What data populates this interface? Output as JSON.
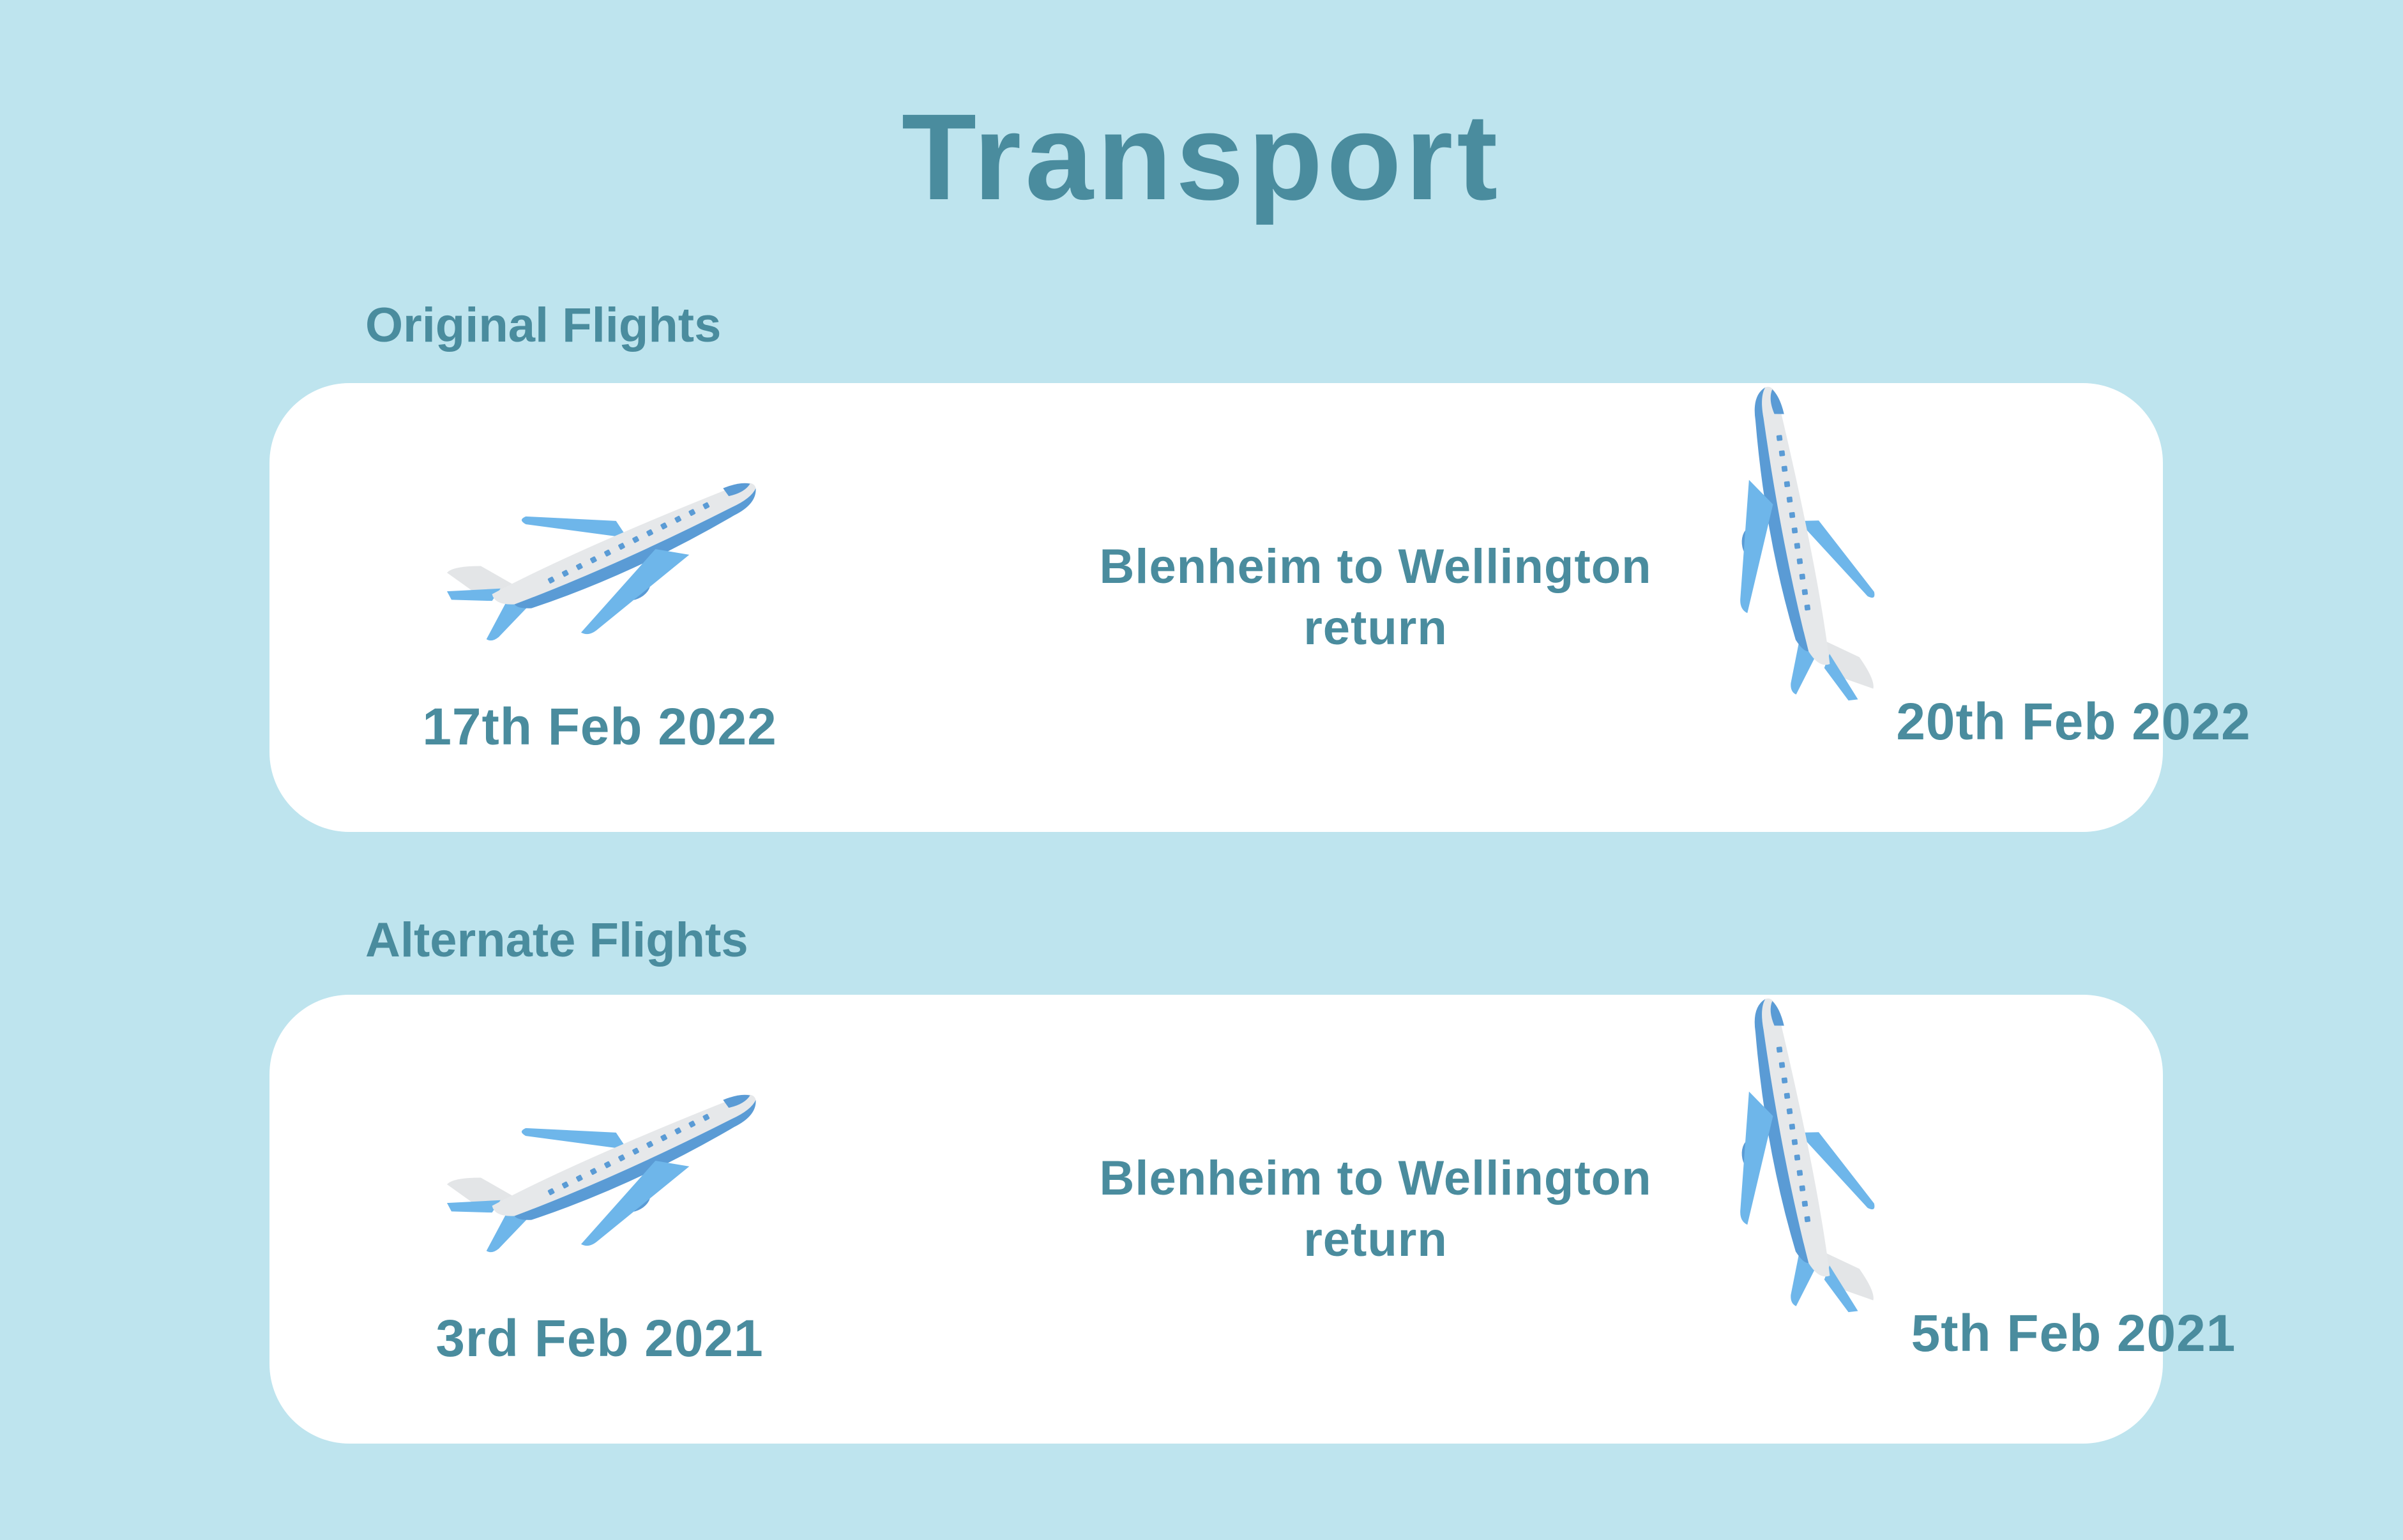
{
  "title": "Transport",
  "sections": [
    {
      "heading": "Original Flights",
      "route": "Blenheim to Wellington return",
      "depart_date": "17th Feb 2022",
      "return_date": "20th Feb 2022",
      "depart_icon": "airplane-takeoff-icon",
      "return_icon": "airplane-landing-icon"
    },
    {
      "heading": "Alternate Flights",
      "route": "Blenheim to Wellington return",
      "depart_date": "3rd Feb 2021",
      "return_date": "5th Feb 2021",
      "depart_icon": "airplane-takeoff-icon",
      "return_icon": "airplane-landing-icon"
    }
  ],
  "colors": {
    "background": "#bee4ee",
    "card": "#ffffff",
    "text": "#4a8c9e",
    "plane_body": "#e6e8ea",
    "plane_belly": "#5a9bd5",
    "plane_wing": "#6eb6ea"
  }
}
